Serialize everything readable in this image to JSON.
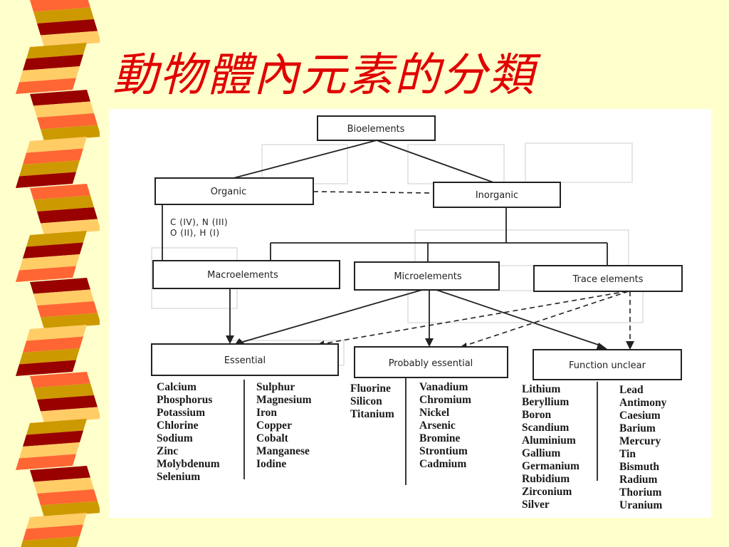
{
  "slide": {
    "title": "動物體內元素的分類"
  },
  "decor": {
    "stripe_colors": [
      "#FF6633",
      "#CC9900",
      "#990000",
      "#FFCC66"
    ]
  },
  "diagram": {
    "nodes": {
      "bioelements": "Bioelements",
      "organic": "Organic",
      "inorganic": "Inorganic",
      "macroelements": "Macroelements",
      "microelements": "Microelements",
      "trace_elements": "Trace elements",
      "essential": "Essential",
      "probably_essential": "Probably essential",
      "function_unclear": "Function unclear"
    },
    "organic_formula": [
      "C (IV), N (III)",
      "O (II), H (I)"
    ],
    "lists": {
      "essential_col1": [
        "Calcium",
        "Phosphorus",
        "Potassium",
        "Chlorine",
        "Sodium",
        "Zinc",
        "Molybdenum",
        "Selenium"
      ],
      "essential_col2": [
        "Sulphur",
        "Magnesium",
        "Iron",
        "Copper",
        "Cobalt",
        "Manganese",
        "Iodine"
      ],
      "probably_col1": [
        "Fluorine",
        "Silicon",
        "Titanium"
      ],
      "probably_col2": [
        "Vanadium",
        "Chromium",
        "Nickel",
        "Arsenic",
        "Bromine",
        "Strontium",
        "Cadmium"
      ],
      "unclear_col1": [
        "Lithium",
        "Beryllium",
        "Boron",
        "Scandium",
        "Aluminium",
        "Gallium",
        "Germanium",
        "Rubidium",
        "Zirconium",
        "Silver"
      ],
      "unclear_col2": [
        "Lead",
        "Antimony",
        "Caesium",
        "Barium",
        "Mercury",
        "Tin",
        "Bismuth",
        "Radium",
        "Thorium",
        "Uranium"
      ]
    }
  }
}
